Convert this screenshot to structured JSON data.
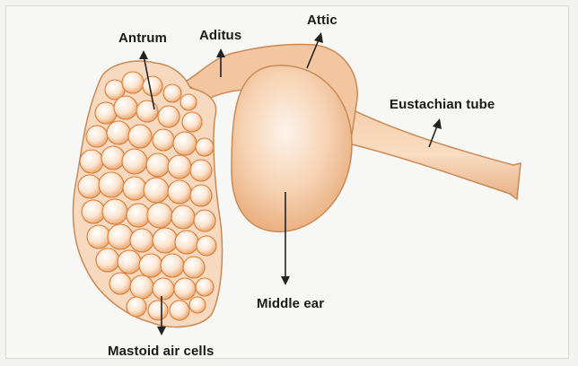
{
  "labels": {
    "antrum": "Antrum",
    "aditus": "Aditus",
    "attic": "Attic",
    "eustachian_tube": "Eustachian tube",
    "middle_ear": "Middle ear",
    "mastoid_air_cells": "Mastoid air cells"
  },
  "colors": {
    "background": "#f7f7f5",
    "body_fill": "#f4c6a0",
    "body_outline": "#c98a56",
    "cell_fill": "#fbe7d6",
    "cell_shadow": "#e08a45",
    "arrow": "#222222",
    "text": "#1a1a1a"
  }
}
